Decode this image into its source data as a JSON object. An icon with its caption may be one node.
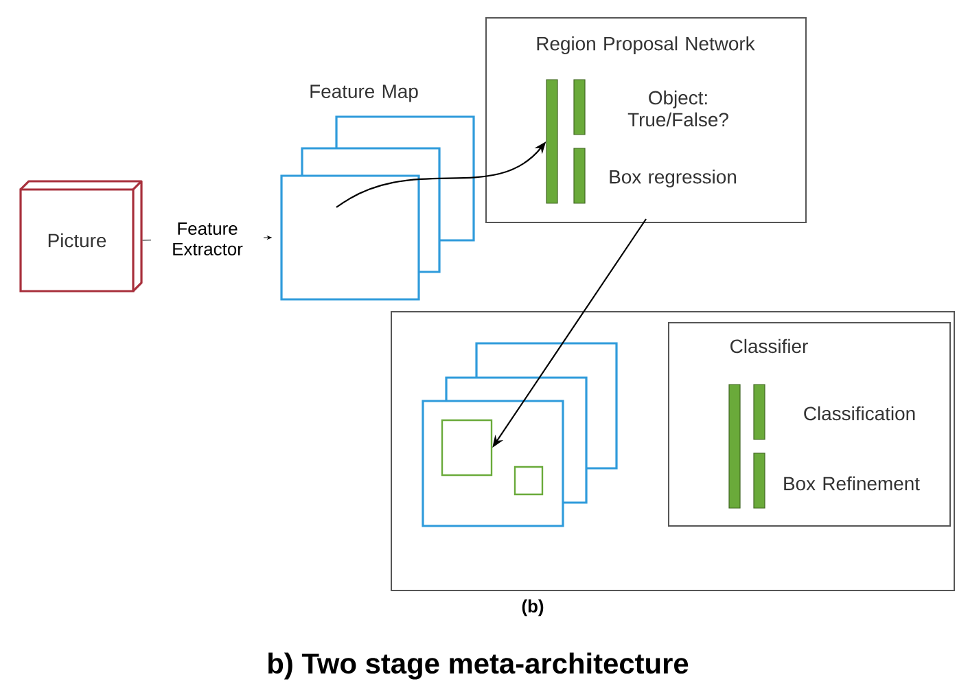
{
  "diagram": {
    "caption": "b) Two stage meta-architecture",
    "nodes": [
      {
        "text": [
          "Picture"
        ]
      },
      {
        "text": [
          "Feature Map"
        ]
      },
      {
        "text": [
          "Region Proposal Network",
          "Object: True/False?",
          "Box regression"
        ]
      },
      {
        "text": [],
        "shape": "bar",
        "in": 2
      },
      {
        "text": [],
        "shape": "box",
        "beside": [
          "(b)"
        ]
      },
      {
        "text": [],
        "shape": "box",
        "in": 4
      },
      {
        "text": [],
        "shape": "box",
        "in": 5
      },
      {
        "text": [],
        "shape": "box",
        "in": 5
      },
      {
        "text": [
          "Classifier",
          "Classification",
          "Box Refinement"
        ],
        "in": 4
      }
    ],
    "edges": [
      {
        "from": 0,
        "to": 1,
        "arrow": "to",
        "label": "Feature Extractor"
      },
      {
        "from": 1,
        "to": 3,
        "arrow": "to"
      },
      {
        "from": 2,
        "to": 6,
        "arrow": "to"
      }
    ]
  }
}
